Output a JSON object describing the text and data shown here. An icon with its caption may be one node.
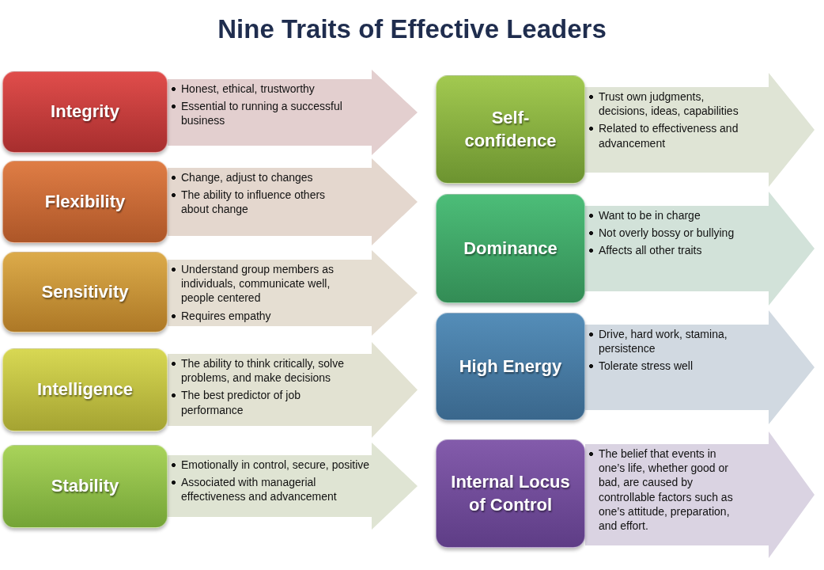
{
  "diagram": {
    "title": "Nine Traits of Effective Leaders",
    "nodes": [
      {
        "text": [
          "Integrity"
        ]
      },
      {
        "text": [
          "Honest, ethical, trustworthy",
          "Essential to running a successful business"
        ]
      },
      {
        "text": [
          "Flexibility"
        ]
      },
      {
        "text": [
          "Change, adjust to changes",
          "The ability to influence others about change"
        ]
      },
      {
        "text": [
          "Sensitivity"
        ]
      },
      {
        "text": [
          "Understand group members as individuals, communicate well, people centered",
          "Requires empathy"
        ]
      },
      {
        "text": [
          "Intelligence"
        ]
      },
      {
        "text": [
          "The ability to think critically, solve problems, and make decisions",
          "The best predictor of job performance"
        ]
      },
      {
        "text": [
          "Stability"
        ]
      },
      {
        "text": [
          "Emotionally in control, secure, positive",
          "Associated with managerial effectiveness and advancement"
        ]
      },
      {
        "text": [
          "Self-confidence"
        ]
      },
      {
        "text": [
          "Trust own judgments, decisions, ideas, capabilities",
          "Related to effectiveness and advancement"
        ]
      },
      {
        "text": [
          "Dominance"
        ]
      },
      {
        "text": [
          "Want to be in charge",
          "Not overly bossy or bullying",
          "Affects all other traits"
        ]
      },
      {
        "text": [
          "High Energy"
        ]
      },
      {
        "text": [
          "Drive, hard work, stamina, persistence",
          "Tolerate stress well"
        ]
      },
      {
        "text": [
          "Internal Locus of Control"
        ]
      },
      {
        "text": [
          "The belief that events in one’s life, whether good or bad, are caused by controllable factors such as one’s attitude, preparation, and effort."
        ]
      }
    ]
  }
}
